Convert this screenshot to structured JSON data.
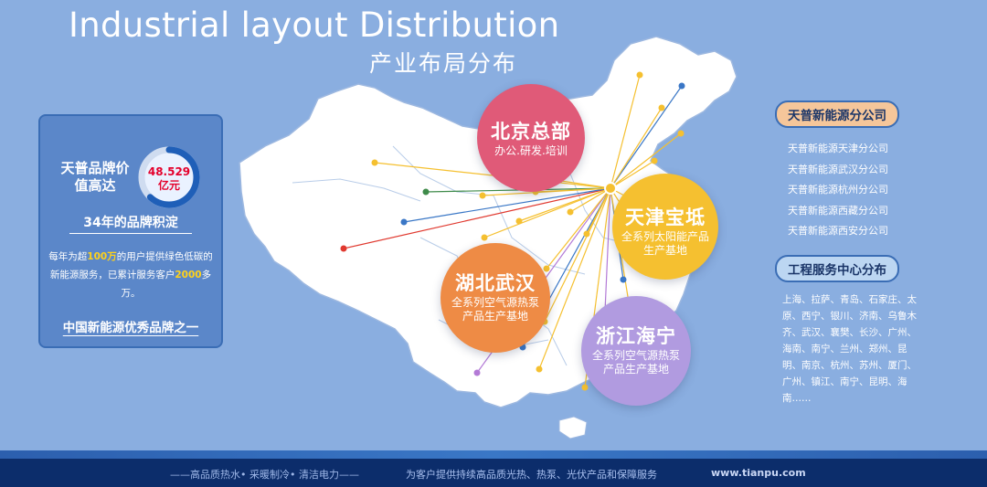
{
  "header": {
    "title_en": "Industrial layout  Distribution",
    "title_cn": "产业布局分布"
  },
  "brand": {
    "label": "天普品牌价值高达",
    "value": "48.529",
    "unit": "亿元",
    "heritage": "34年的品牌积淀",
    "desc_1": "每年为超",
    "desc_highlight_1": "100万",
    "desc_2": "的用户提供绿色低碳的新能源服务，已累计服务客户",
    "desc_highlight_2": "2000",
    "desc_3": "多万。",
    "slogan": "中国新能源优秀品牌之一",
    "gauge_fraction": 0.62
  },
  "bubbles": {
    "beijing": {
      "title": "北京总部",
      "sub": "办公.研发.培训",
      "color": "#e05a78"
    },
    "tianjin": {
      "title": "天津宝坻",
      "sub": "全系列太阳能产品生产基地",
      "color": "#f5c030"
    },
    "hubei": {
      "title": "湖北武汉",
      "sub": "全系列空气源热泵产品生产基地",
      "color": "#ee8b45"
    },
    "zhejiang": {
      "title": "浙江海宁",
      "sub": "全系列空气源热泵产品生产基地",
      "color": "#b19be0"
    }
  },
  "branches": {
    "heading": "天普新能源分公司",
    "items": [
      "天普新能源天津分公司",
      "天普新能源武汉分公司",
      "天普新能源杭州分公司",
      "天普新能源西藏分公司",
      "天普新能源西安分公司"
    ]
  },
  "service": {
    "heading": "工程服务中心分布",
    "text": "上海、拉萨、青岛、石家庄、太原、西宁、银川、济南、乌鲁木齐、武汉、襄樊、长沙、广州、海南、南宁、兰州、郑州、昆明、南京、杭州、苏州、厦门、广州、镇江、南宁、昆明、海南……"
  },
  "footer": {
    "left": "——高品质热水• 采暖制冷• 清洁电力——",
    "mid": "为客户提供持续高品质光热、热泵、光伏产品和保障服务",
    "url": "www.tianpu.com"
  },
  "colors": {
    "background": "#8aaee0",
    "map_fill": "#ffffff",
    "route_lines": [
      "#f5c030",
      "#3a77c6",
      "#e0392f",
      "#3f8b4a",
      "#b37ad6",
      "#e05a78",
      "#ee8b45"
    ]
  }
}
